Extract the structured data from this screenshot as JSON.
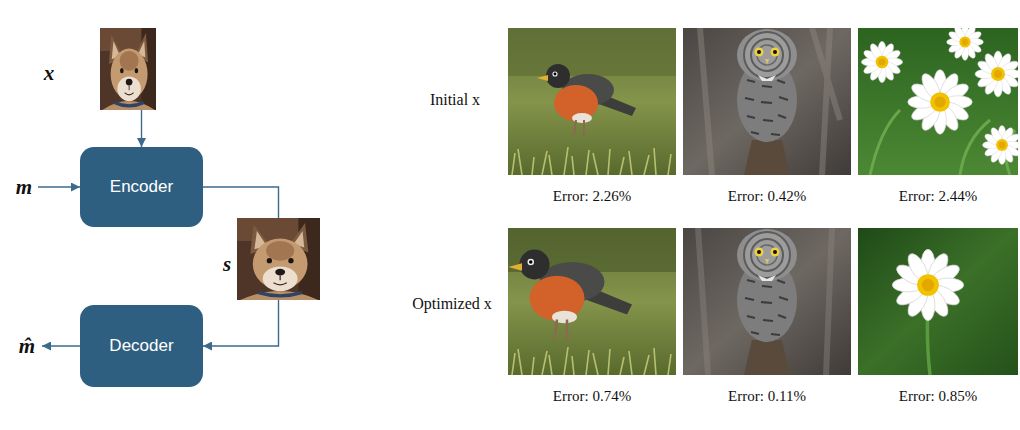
{
  "diagram": {
    "nodes": [
      {
        "text": [
          "x"
        ]
      },
      {
        "text": [
          "Encoder"
        ]
      },
      {
        "text": [
          "s"
        ]
      },
      {
        "text": [
          "Decoder"
        ]
      }
    ],
    "edges": [
      {
        "from": 0,
        "to": 1,
        "arrow": "to"
      },
      {
        "from": 1,
        "to": 2,
        "arrow": "none"
      },
      {
        "from": 2,
        "to": 3,
        "arrow": "to"
      }
    ],
    "labels": [
      "m",
      "m̂",
      "Initial x",
      "Optimized x",
      "Error: 2.26%",
      "Error: 0.42%",
      "Error: 2.44%",
      "Error: 0.74%",
      "Error: 0.11%",
      "Error: 0.85%"
    ]
  }
}
